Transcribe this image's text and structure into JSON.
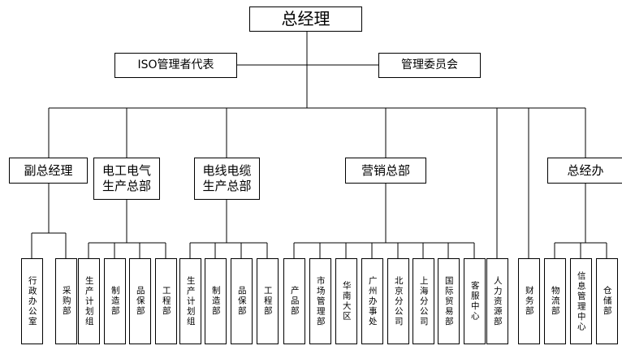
{
  "chart": {
    "top": "总经理",
    "staff": {
      "left": "ISO管理者代表",
      "right": "管理委员会"
    },
    "divisions": {
      "deputy_gm": "副总经理",
      "electrical": "电工电气\n生产总部",
      "wire_cable": "电线电缆\n生产总部",
      "sales": "营销总部",
      "hr": "人力资源部",
      "finance": "财务部",
      "gm_office": "总经办"
    },
    "units": {
      "admin": "行政办公室",
      "purchasing": "采购部",
      "elec_planning": "生产计划组",
      "elec_manufacturing": "制造部",
      "elec_qa": "品保部",
      "elec_engineering": "工程部",
      "wire_planning": "生产计划组",
      "wire_manufacturing": "制造部",
      "wire_qa": "品保部",
      "wire_engineering": "工程部",
      "product": "产品部",
      "marketing": "市场管理部",
      "south_china": "华南大区",
      "guangzhou": "广州办事处",
      "beijing": "北京分公司",
      "shanghai": "上海分公司",
      "intl_trade": "国际贸易部",
      "customer_service": "客服中心",
      "logistics": "物流部",
      "it_center": "信息管理中心",
      "warehouse": "仓储部"
    }
  }
}
